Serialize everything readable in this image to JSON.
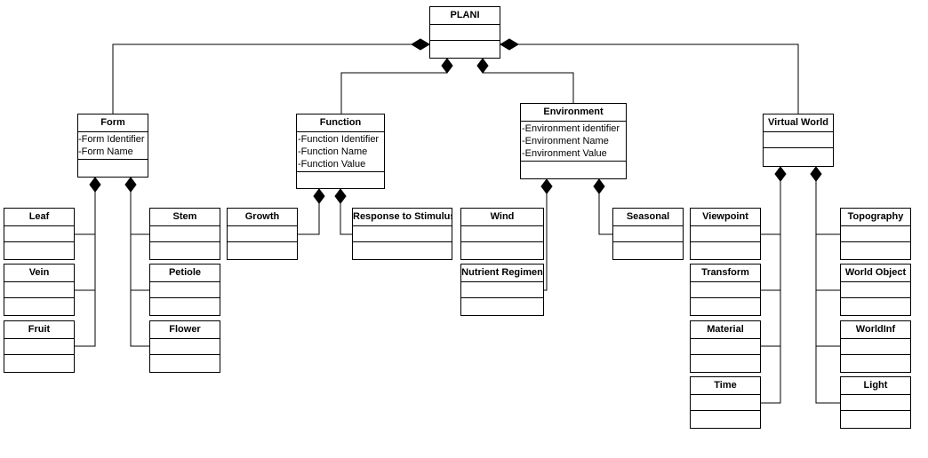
{
  "root": {
    "name": "PLANI"
  },
  "form": {
    "name": "Form",
    "attributes": [
      "-Form Identifier",
      "-Form Name"
    ],
    "children": {
      "leaf": "Leaf",
      "vein": "Vein",
      "fruit": "Fruit",
      "stem": "Stem",
      "petiole": "Petiole",
      "flower": "Flower"
    }
  },
  "function": {
    "name": "Function",
    "attributes": [
      "-Function Identifier",
      "-Function Name",
      "-Function Value"
    ],
    "children": {
      "growth": "Growth",
      "response": "Response to Stimulus"
    }
  },
  "environment": {
    "name": "Environment",
    "attributes": [
      "-Environment identifier",
      "-Environment Name",
      "-Environment Value"
    ],
    "children": {
      "wind": "Wind",
      "nutrient": "Nutrient Regimen",
      "seasonal": "Seasonal"
    }
  },
  "virtual_world": {
    "name": "Virtual World",
    "children": {
      "viewpoint": "Viewpoint",
      "transform": "Transform",
      "material": "Material",
      "time": "Time",
      "topography": "Topography",
      "world_object": "World Object",
      "worldinf": "WorldInf",
      "light": "Light"
    }
  }
}
